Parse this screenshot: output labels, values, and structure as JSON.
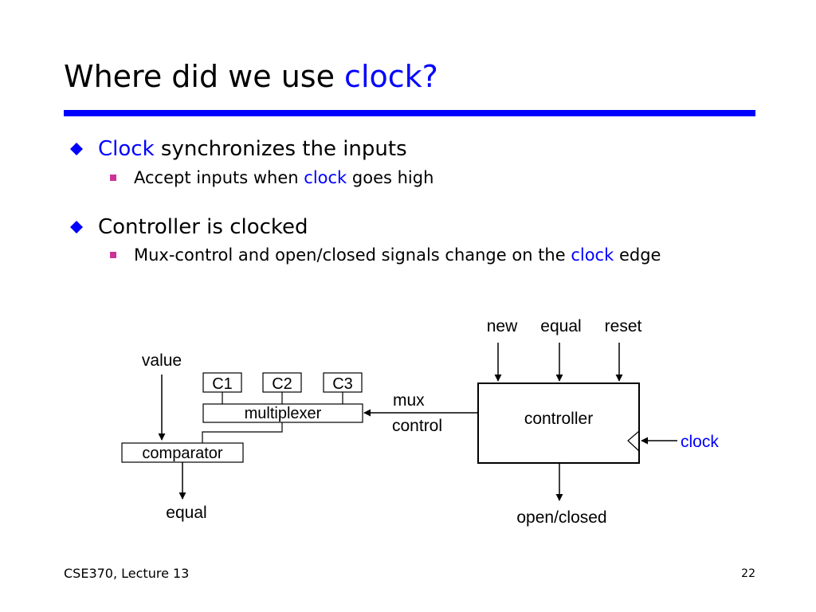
{
  "slide": {
    "title": {
      "prefix": "Where did we use ",
      "highlight": "clock?"
    },
    "bullets": [
      {
        "highlight": "Clock",
        "text": " synchronizes the inputs",
        "sub": {
          "before": "Accept inputs when ",
          "highlight": "clock",
          "after": " goes high"
        }
      },
      {
        "text": "Controller is clocked",
        "sub": {
          "before": "Mux-control and open/closed signals change on the ",
          "highlight": "clock",
          "after": " edge"
        }
      }
    ],
    "footer": {
      "left": "CSE370, Lecture 13",
      "page": "22"
    }
  },
  "diagram": {
    "value_label": "value",
    "c1": "C1",
    "c2": "C2",
    "c3": "C3",
    "multiplexer": "multiplexer",
    "comparator": "comparator",
    "equal_out": "equal",
    "mux_label": "mux",
    "control_label": "control",
    "controller": "controller",
    "inputs": {
      "new": "new",
      "equal": "equal",
      "reset": "reset"
    },
    "clock_label": "clock",
    "open_closed": "open/closed"
  },
  "colors": {
    "accent": "#0000ff",
    "sub_bullet": "#cc3399"
  }
}
